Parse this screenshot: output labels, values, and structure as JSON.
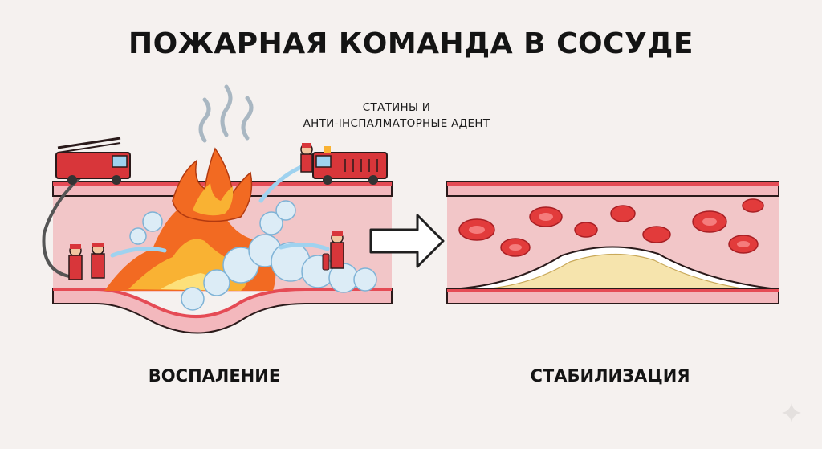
{
  "title": "ПОЖАРНАЯ КОМАНДА В СОСУДЕ",
  "note": {
    "line1": "СТАТИНЫ И",
    "line2": "АНТИ-ІНСПАЛМАТОРНЫЕ АДЕНТ"
  },
  "captions": {
    "left": "ВОСПАЛЕНИЕ",
    "right": "СТАБИЛИЗАЦИЯ"
  },
  "colors": {
    "wall": "#f3b8bd",
    "wall_edge": "#e54b55",
    "lumen": "#f2c6c8",
    "fire": "#f26a22",
    "plaque": "#f6e4ad",
    "red_cell": "#e23b3b",
    "foam": "#dcecf6"
  },
  "icons": {
    "arrow": "right-arrow-icon",
    "truck": "fire-truck-icon",
    "firefighter": "firefighter-icon",
    "sparkle": "sparkle-icon"
  }
}
